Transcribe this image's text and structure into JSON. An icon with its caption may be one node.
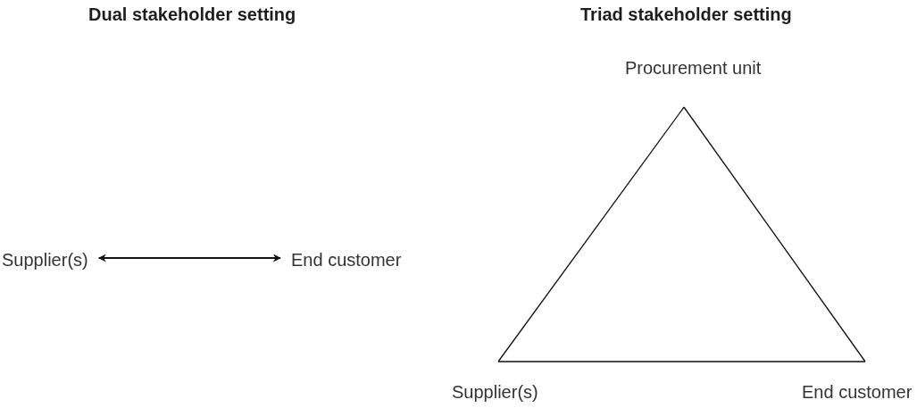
{
  "diagram": {
    "nodes": [
      {
        "text": [
          "Supplier(s)"
        ]
      },
      {
        "text": [
          "End customer"
        ]
      },
      {
        "text": [
          "Procurement unit"
        ]
      },
      {
        "text": [
          "Supplier(s)"
        ]
      },
      {
        "text": [
          "End customer"
        ]
      }
    ],
    "edges": [
      {
        "from": 0,
        "to": 1,
        "arrow": "both"
      },
      {
        "from": 2,
        "to": 3,
        "arrow": "none"
      },
      {
        "from": 3,
        "to": 4,
        "arrow": "none"
      },
      {
        "from": 4,
        "to": 2,
        "arrow": "none"
      }
    ],
    "labels": [
      "Dual stakeholder setting",
      "Triad stakeholder setting"
    ]
  }
}
